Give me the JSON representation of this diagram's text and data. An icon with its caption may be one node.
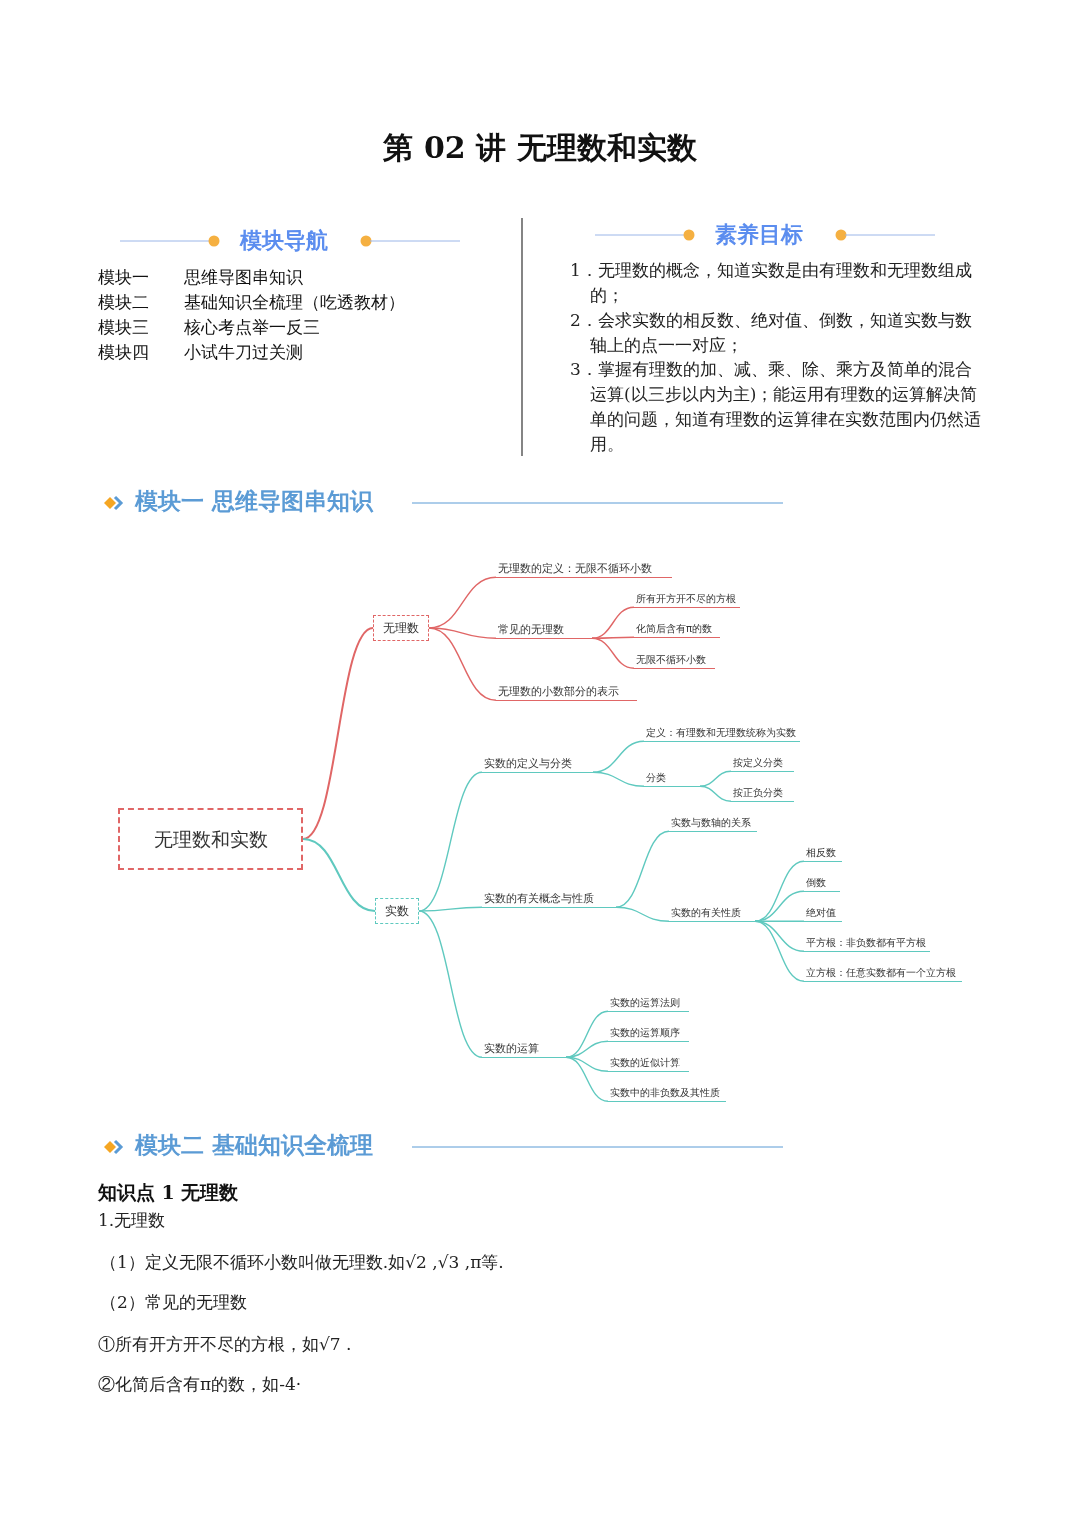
{
  "diagram": {
    "title": "第 02 讲 无理数和实数",
    "nodes": [
      {
        "text": [
          "无理数和实数"
        ]
      },
      {
        "text": [
          "无理数"
        ]
      },
      {
        "text": [
          "无理数的定义：无限不循环小数"
        ]
      },
      {
        "text": [
          "常见的无理数"
        ]
      },
      {
        "text": [
          "所有开方开不尽的方根"
        ]
      },
      {
        "text": [
          "化简后含有π的数"
        ]
      },
      {
        "text": [
          "无限不循环小数"
        ]
      },
      {
        "text": [
          "无理数的小数部分的表示"
        ]
      },
      {
        "text": [
          "实数"
        ]
      },
      {
        "text": [
          "实数的定义与分类"
        ]
      },
      {
        "text": [
          "定义：有理数和无理数统称为实数"
        ]
      },
      {
        "text": [
          "分类"
        ]
      },
      {
        "text": [
          "按定义分类"
        ]
      },
      {
        "text": [
          "按正负分类"
        ]
      },
      {
        "text": [
          "实数的有关概念与性质"
        ]
      },
      {
        "text": [
          "实数与数轴的关系"
        ]
      },
      {
        "text": [
          "实数的有关性质"
        ]
      },
      {
        "text": [
          "相反数"
        ]
      },
      {
        "text": [
          "倒数"
        ]
      },
      {
        "text": [
          "绝对值"
        ]
      },
      {
        "text": [
          "平方根：非负数都有平方根"
        ]
      },
      {
        "text": [
          "立方根：任意实数都有一个立方根"
        ]
      },
      {
        "text": [
          "实数的运算"
        ]
      },
      {
        "text": [
          "实数的运算法则"
        ]
      },
      {
        "text": [
          "实数的运算顺序"
        ]
      },
      {
        "text": [
          "实数的近似计算"
        ]
      },
      {
        "text": [
          "实数中的非负数及其性质"
        ]
      }
    ],
    "edges": [
      {
        "from": 0,
        "to": 1,
        "arrow": "none",
        "color": "#e06666"
      },
      {
        "from": 1,
        "to": 2,
        "arrow": "none",
        "color": "#e06666"
      },
      {
        "from": 1,
        "to": 3,
        "arrow": "none",
        "color": "#e06666"
      },
      {
        "from": 3,
        "to": 4,
        "arrow": "none",
        "color": "#e06666"
      },
      {
        "from": 3,
        "to": 5,
        "arrow": "none",
        "color": "#e06666"
      },
      {
        "from": 3,
        "to": 6,
        "arrow": "none",
        "color": "#e06666"
      },
      {
        "from": 1,
        "to": 7,
        "arrow": "none",
        "color": "#e06666"
      },
      {
        "from": 0,
        "to": 8,
        "arrow": "none"
      },
      {
        "from": 8,
        "to": 9,
        "arrow": "none"
      },
      {
        "from": 9,
        "to": 10,
        "arrow": "none"
      },
      {
        "from": 9,
        "to": 11,
        "arrow": "none"
      },
      {
        "from": 11,
        "to": 12,
        "arrow": "none"
      },
      {
        "from": 11,
        "to": 13,
        "arrow": "none"
      },
      {
        "from": 8,
        "to": 14,
        "arrow": "none"
      },
      {
        "from": 14,
        "to": 15,
        "arrow": "none"
      },
      {
        "from": 14,
        "to": 16,
        "arrow": "none"
      },
      {
        "from": 16,
        "to": 17,
        "arrow": "none"
      },
      {
        "from": 16,
        "to": 18,
        "arrow": "none"
      },
      {
        "from": 16,
        "to": 19,
        "arrow": "none"
      },
      {
        "from": 16,
        "to": 20,
        "arrow": "none"
      },
      {
        "from": 16,
        "to": 21,
        "arrow": "none"
      },
      {
        "from": 8,
        "to": 22,
        "arrow": "none"
      },
      {
        "from": 22,
        "to": 23,
        "arrow": "none"
      },
      {
        "from": 22,
        "to": 24,
        "arrow": "none"
      },
      {
        "from": 22,
        "to": 25,
        "arrow": "none"
      },
      {
        "from": 22,
        "to": 26,
        "arrow": "none"
      }
    ],
    "labels": [
      "模块导航",
      "模块一",
      "思维导图串知识",
      "模块二",
      "基础知识全梳理（吃透教材）",
      "模块三",
      "核心考点举一反三",
      "模块四",
      "小试牛刀过关测",
      "素养目标",
      "1．无理数的概念，知道实数是由有理数和无理数组成的；",
      "2．会求实数的相反数、绝对值、倒数，知道实数与数轴上的点一一对应；",
      "3．掌握有理数的加、减、乘、除、乘方及简单的混合运算(以三步以内为主)；能运用有理数的运算解决简单的问题，知道有理数的运算律在实数范围内仍然适用。",
      "模块一 思维导图串知识",
      "模块二 基础知识全梳理",
      "知识点 1 无理数",
      "1.无理数",
      "（1）定义无限不循环小数叫做无理数.如√2 ,√3 ,π等.",
      "（2）常见的无理数",
      "①所有开方开不尽的方根，如√7 .",
      "②化简后含有π的数，如-4·"
    ]
  }
}
